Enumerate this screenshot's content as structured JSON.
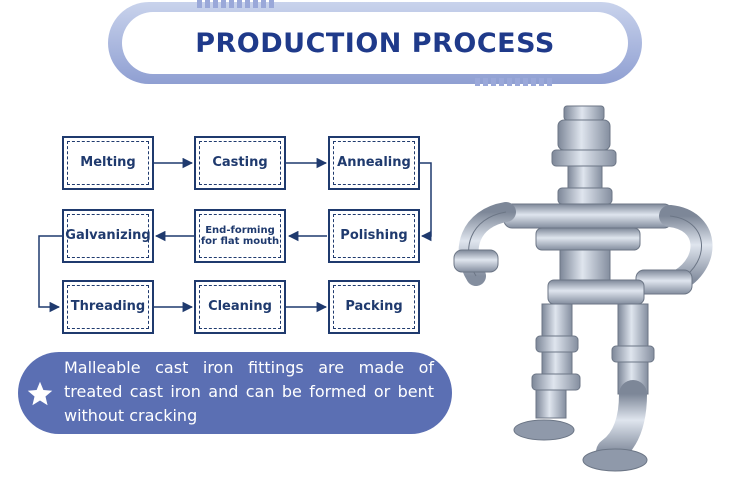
{
  "header": {
    "title": "PRODUCTION PROCESS"
  },
  "process": {
    "steps": [
      {
        "id": "melting",
        "label": "Melting"
      },
      {
        "id": "casting",
        "label": "Casting"
      },
      {
        "id": "annealing",
        "label": "Annealing"
      },
      {
        "id": "polishing",
        "label": "Polishing"
      },
      {
        "id": "end-forming",
        "label": "End-forming for flat mouth"
      },
      {
        "id": "galvanizing",
        "label": "Galvanizing"
      },
      {
        "id": "threading",
        "label": "Threading"
      },
      {
        "id": "cleaning",
        "label": "Cleaning"
      },
      {
        "id": "packing",
        "label": "Packing"
      }
    ]
  },
  "note": {
    "text": "Malleable cast iron fittings are made of treated cast iron and can be formed or bent without cracking"
  },
  "colors": {
    "navy": "#1f3a6e",
    "title_blue": "#1f3a8a",
    "banner_light": "#c9d3ec",
    "banner_dark": "#8f9fd2",
    "note_panel": "#5b6fb3",
    "metal": "#a9b3c2"
  }
}
